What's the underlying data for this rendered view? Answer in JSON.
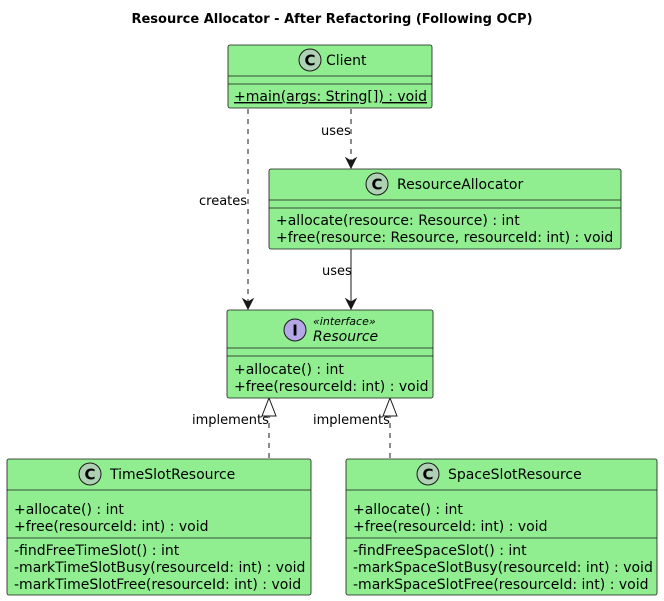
{
  "title": "Resource Allocator - After Refactoring (Following OCP)",
  "colors": {
    "class_fill": "#90EE90",
    "class_icon": "#ADD1B2",
    "interface_icon": "#B4A7E5",
    "stroke": "#181818"
  },
  "icons": {
    "class": "C",
    "interface": "I"
  },
  "classes": {
    "client": {
      "name": "Client",
      "methods": [
        "+main(args: String[]) : void"
      ]
    },
    "resource_allocator": {
      "name": "ResourceAllocator",
      "methods": [
        "+allocate(resource: Resource) : int",
        "+free(resource: Resource, resourceId: int) : void"
      ]
    },
    "resource": {
      "stereotype": "«interface»",
      "name": "Resource",
      "methods": [
        "+allocate() : int",
        "+free(resourceId: int) : void"
      ]
    },
    "time_slot_resource": {
      "name": "TimeSlotResource",
      "public_methods": [
        "+allocate() : int",
        "+free(resourceId: int) : void"
      ],
      "private_methods": [
        "-findFreeTimeSlot() : int",
        "-markTimeSlotBusy(resourceId: int) : void",
        "-markTimeSlotFree(resourceId: int) : void"
      ]
    },
    "space_slot_resource": {
      "name": "SpaceSlotResource",
      "public_methods": [
        "+allocate() : int",
        "+free(resourceId: int) : void"
      ],
      "private_methods": [
        "-findFreeSpaceSlot() : int",
        "-markSpaceSlotBusy(resourceId: int) : void",
        "-markSpaceSlotFree(resourceId: int) : void"
      ]
    }
  },
  "relations": {
    "client_uses_allocator": "uses",
    "client_creates_resource": "creates",
    "allocator_uses_resource": "uses",
    "time_implements": "implements",
    "space_implements": "implements"
  }
}
